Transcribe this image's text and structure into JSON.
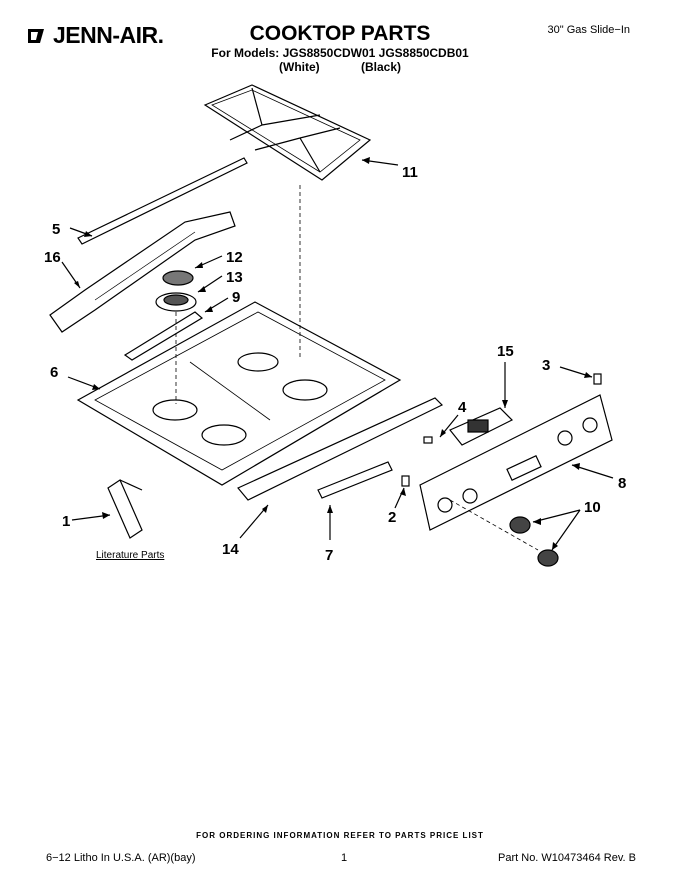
{
  "header": {
    "brand": "JENN-AIR.",
    "title": "COOKTOP PARTS",
    "models_line": "For Models: JGS8850CDW01 JGS8850CDB01",
    "variants_line": "(White) (Black)",
    "corner_note": "30\" Gas Slide−In"
  },
  "diagram": {
    "callouts": [
      "11",
      "5",
      "16",
      "12",
      "13",
      "9",
      "6",
      "15",
      "3",
      "4",
      "8",
      "1",
      "2",
      "10",
      "14",
      "7"
    ],
    "literature_label": "Literature Parts"
  },
  "footer": {
    "ordering_note": "FOR ORDERING INFORMATION REFER TO PARTS PRICE LIST",
    "litho": "6−12 Litho In U.S.A. (AR)(bay)",
    "page": "1",
    "part_no": "Part No. W10473464 Rev. B"
  }
}
